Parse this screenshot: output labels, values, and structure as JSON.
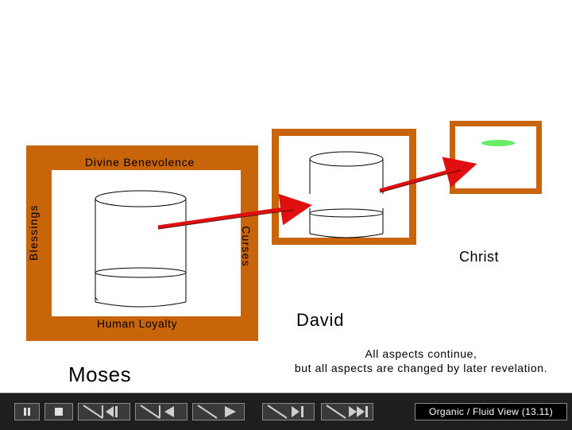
{
  "labels": {
    "blessings": "Blessings",
    "curses": "Curses",
    "divine_benevolence": "Divine Benevolence",
    "human_loyalty": "Human Loyalty",
    "moses": "Moses",
    "david": "David",
    "christ": "Christ"
  },
  "caption": {
    "line1": "All aspects continue,",
    "line2": "but all aspects are changed by later revelation."
  },
  "toolbar": {
    "view_label": "Organic / Fluid  View  (13.11)",
    "pause_icon": "pause-icon",
    "stop_icon": "stop-icon",
    "first_icon": "skip-to-start-icon",
    "prev_icon": "step-back-icon",
    "play_icon": "play-icon",
    "next_icon": "step-forward-icon",
    "last_icon": "skip-to-end-icon"
  },
  "colors": {
    "frame": "#c8640a",
    "arrow": "#e01010",
    "ellipse": "#66ee66"
  }
}
